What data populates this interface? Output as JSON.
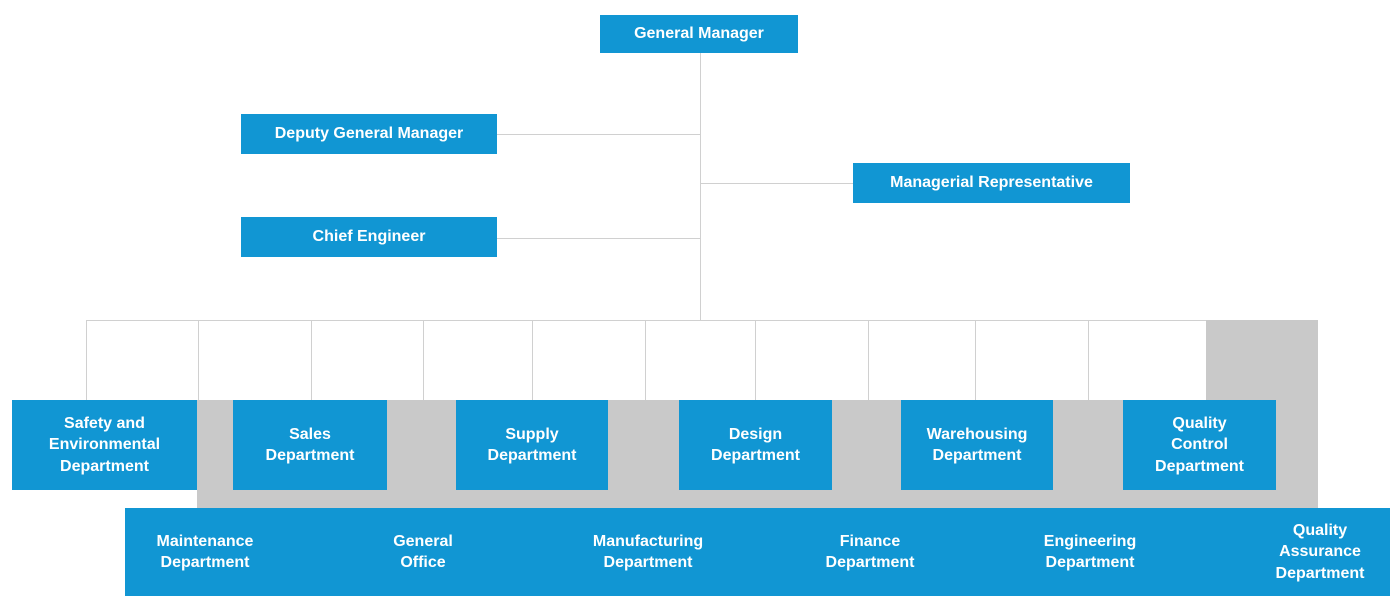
{
  "colors": {
    "box-blue": "#1196d3",
    "band-gray": "#c9c9c9",
    "line-gray": "#d0d0d0",
    "text-white": "#ffffff"
  },
  "top": {
    "general_manager": "General Manager",
    "deputy_general_manager": "Deputy General Manager",
    "managerial_representative": "Managerial Representative",
    "chief_engineer": "Chief Engineer"
  },
  "row1": [
    {
      "label": "Safety and\nEnvironmental\nDepartment"
    },
    {
      "label": "Sales\nDepartment"
    },
    {
      "label": "Supply\nDepartment"
    },
    {
      "label": "Design\nDepartment"
    },
    {
      "label": "Warehousing\nDepartment"
    },
    {
      "label": "Quality\nControl\nDepartment"
    }
  ],
  "row2": [
    {
      "label": "Maintenance\nDepartment"
    },
    {
      "label": "General\nOffice"
    },
    {
      "label": "Manufacturing\nDepartment"
    },
    {
      "label": "Finance\nDepartment"
    },
    {
      "label": "Engineering\nDepartment"
    },
    {
      "label": "Quality\nAssurance\nDepartment"
    }
  ]
}
